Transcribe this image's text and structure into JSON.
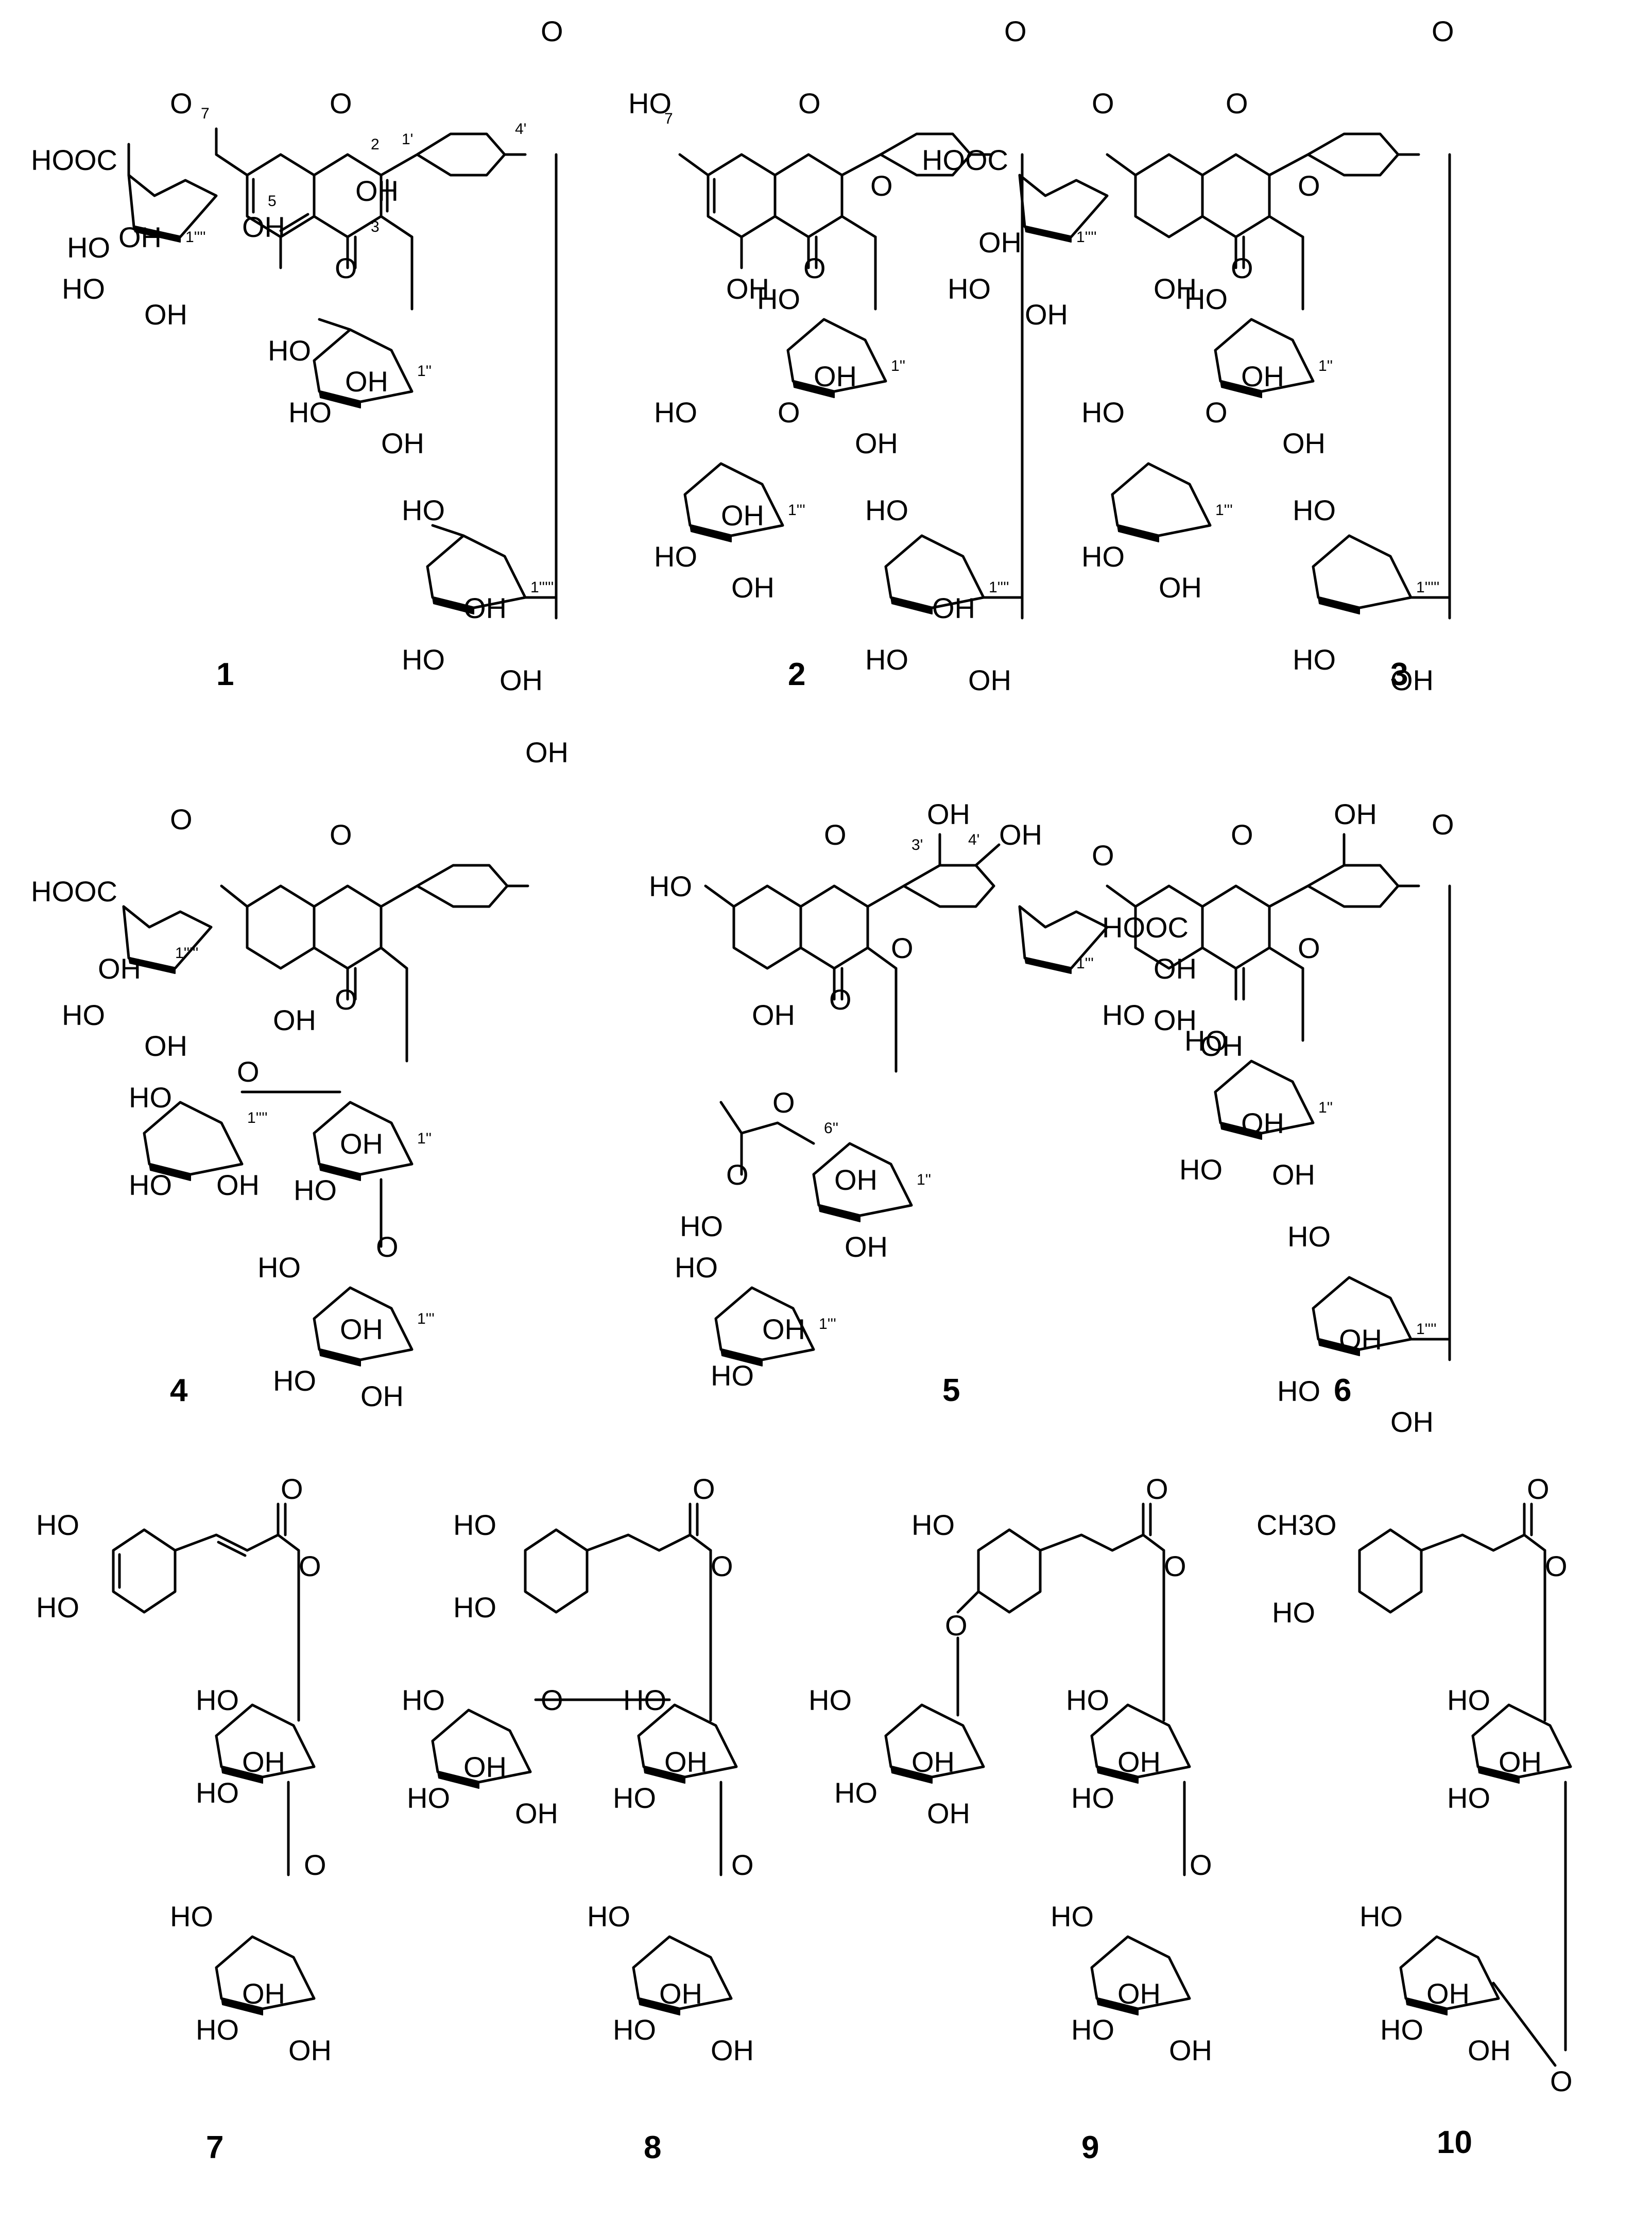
{
  "compounds": [
    {
      "id": "1",
      "group_labels": [
        "HOOC",
        "HO",
        "OH",
        "O",
        "HO",
        "OH",
        "HO",
        "OH",
        "HO",
        "OH",
        "O",
        "O",
        "O",
        "HO",
        "OH",
        "OH",
        "HO",
        "OH",
        "OH"
      ],
      "atom_numbers": [
        "7",
        "2",
        "1'",
        "4'",
        "5",
        "3",
        "1''''",
        "1''",
        "1'''''"
      ]
    },
    {
      "id": "2",
      "group_labels": [
        "HO",
        "OH",
        "O",
        "O",
        "O",
        "O",
        "HO",
        "OH",
        "OH",
        "O",
        "HO",
        "OH",
        "HO",
        "OH",
        "HO",
        "OH",
        "HO",
        "OH"
      ],
      "atom_numbers": [
        "7",
        "1''",
        "1'''",
        "1''''"
      ]
    },
    {
      "id": "3",
      "group_labels": [
        "HOOC",
        "OH",
        "HO",
        "OH",
        "OH",
        "O",
        "O",
        "O",
        "O",
        "O",
        "HO",
        "OH",
        "OH",
        "O",
        "HO",
        "HO",
        "OH",
        "HO",
        "HO",
        "OH"
      ],
      "atom_numbers": [
        "1''''",
        "1''",
        "1'''",
        "1'''''"
      ]
    },
    {
      "id": "4",
      "group_labels": [
        "HOOC",
        "OH",
        "HO",
        "OH",
        "OH",
        "OH",
        "O",
        "O",
        "O",
        "HO",
        "HO",
        "OH",
        "O",
        "HO",
        "OH",
        "O",
        "HO",
        "OH",
        "HO",
        "OH"
      ],
      "atom_numbers": [
        "1'''''",
        "1''''",
        "1''",
        "1'''"
      ]
    },
    {
      "id": "5",
      "group_labels": [
        "OH",
        "OH",
        "HO",
        "OH",
        "O",
        "O",
        "O",
        "O",
        "HO",
        "OH",
        "O",
        "HO",
        "OH",
        "HO",
        "OH"
      ],
      "atom_numbers": [
        "3'",
        "4'",
        "6''",
        "1''",
        "1'''"
      ]
    },
    {
      "id": "6",
      "group_labels": [
        "OH",
        "O",
        "HOOC",
        "OH",
        "HO",
        "OH",
        "OH",
        "O",
        "O",
        "O",
        "HO",
        "OH",
        "HO",
        "OH",
        "HO",
        "OH",
        "HO",
        "OH"
      ],
      "atom_numbers": [
        "1'''",
        "1''",
        "1''''"
      ]
    },
    {
      "id": "7",
      "group_labels": [
        "HO",
        "HO",
        "O",
        "O",
        "HO",
        "OH",
        "HO",
        "O",
        "HO",
        "OH",
        "HO",
        "OH"
      ],
      "atom_numbers": []
    },
    {
      "id": "8",
      "group_labels": [
        "HO",
        "HO",
        "O",
        "O",
        "HO",
        "O",
        "HO",
        "OH",
        "HO",
        "OH",
        "OH",
        "HO",
        "O",
        "HO",
        "OH",
        "HO",
        "OH"
      ],
      "atom_numbers": []
    },
    {
      "id": "9",
      "group_labels": [
        "HO",
        "O",
        "O",
        "O",
        "HO",
        "OH",
        "HO",
        "OH",
        "HO",
        "OH",
        "HO",
        "O",
        "HO",
        "OH",
        "HO",
        "OH"
      ],
      "atom_numbers": []
    },
    {
      "id": "10",
      "group_labels": [
        "CH3O",
        "HO",
        "O",
        "O",
        "HO",
        "OH",
        "HO",
        "HO",
        "OH",
        "HO",
        "OH",
        "O"
      ],
      "atom_numbers": []
    }
  ]
}
